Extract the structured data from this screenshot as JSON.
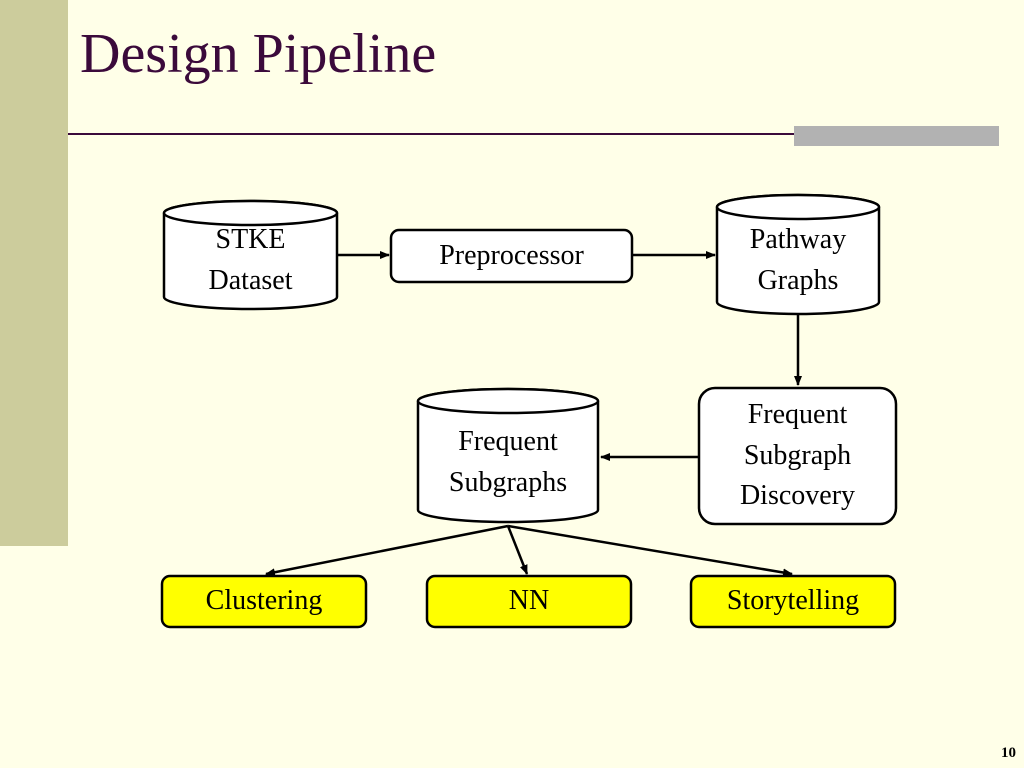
{
  "slide": {
    "title": "Design Pipeline",
    "page_number": "10"
  },
  "colors": {
    "background": "#FFFFE8",
    "side_band": "#CCCC9C",
    "title_text": "#3B0A3B",
    "rule_accent": "#B2B2B2",
    "node_fill": "#FFFFFF",
    "highlight_fill": "#FFFF00",
    "stroke": "#000000"
  },
  "diagram": {
    "nodes": {
      "stke_dataset": {
        "shape": "cylinder",
        "label": "STKE\nDataset"
      },
      "preprocessor": {
        "shape": "rounded-box",
        "label": "Preprocessor"
      },
      "pathway_graphs": {
        "shape": "cylinder",
        "label": "Pathway\nGraphs"
      },
      "fsg_discovery": {
        "shape": "rounded-box",
        "label": "Frequent\nSubgraph\nDiscovery"
      },
      "frequent_subgraphs": {
        "shape": "cylinder",
        "label": "Frequent\nSubgraphs"
      },
      "clustering": {
        "shape": "rounded-box",
        "highlight": true,
        "label": "Clustering"
      },
      "nn": {
        "shape": "rounded-box",
        "highlight": true,
        "label": "NN"
      },
      "storytelling": {
        "shape": "rounded-box",
        "highlight": true,
        "label": "Storytelling"
      }
    },
    "edges": [
      {
        "from": "stke_dataset",
        "to": "preprocessor"
      },
      {
        "from": "preprocessor",
        "to": "pathway_graphs"
      },
      {
        "from": "pathway_graphs",
        "to": "fsg_discovery"
      },
      {
        "from": "fsg_discovery",
        "to": "frequent_subgraphs"
      },
      {
        "from": "frequent_subgraphs",
        "to": "clustering"
      },
      {
        "from": "frequent_subgraphs",
        "to": "nn"
      },
      {
        "from": "frequent_subgraphs",
        "to": "storytelling"
      }
    ]
  }
}
